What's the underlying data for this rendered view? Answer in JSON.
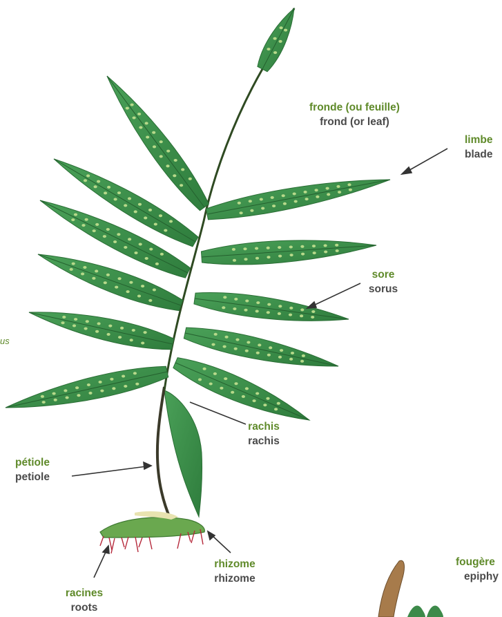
{
  "labels": {
    "frond": {
      "fr": "fronde (ou feuille)",
      "en": "frond (or leaf)"
    },
    "blade": {
      "fr": "limbe",
      "en": "blade"
    },
    "sorus": {
      "fr": "sore",
      "en": "sorus"
    },
    "rachis": {
      "fr": "rachis",
      "en": "rachis"
    },
    "petiole": {
      "fr": "pétiole",
      "en": "petiole"
    },
    "rhizome": {
      "fr": "rhizome",
      "en": "rhizome"
    },
    "roots": {
      "fr": "racines",
      "en": "roots"
    },
    "epiphyte": {
      "fr": "fougère",
      "en": "epiphy"
    }
  },
  "edge_fragment": "us",
  "colors": {
    "label_fr": "#5f8a2a",
    "label_en": "#4a4a4a",
    "leaf": "#3d9149",
    "leaf_dark": "#2a6e35",
    "sorus": "#b7d98a",
    "rachis": "#3b3a2a",
    "rhizome": "#6aa84f",
    "roots": "#b5283a"
  }
}
